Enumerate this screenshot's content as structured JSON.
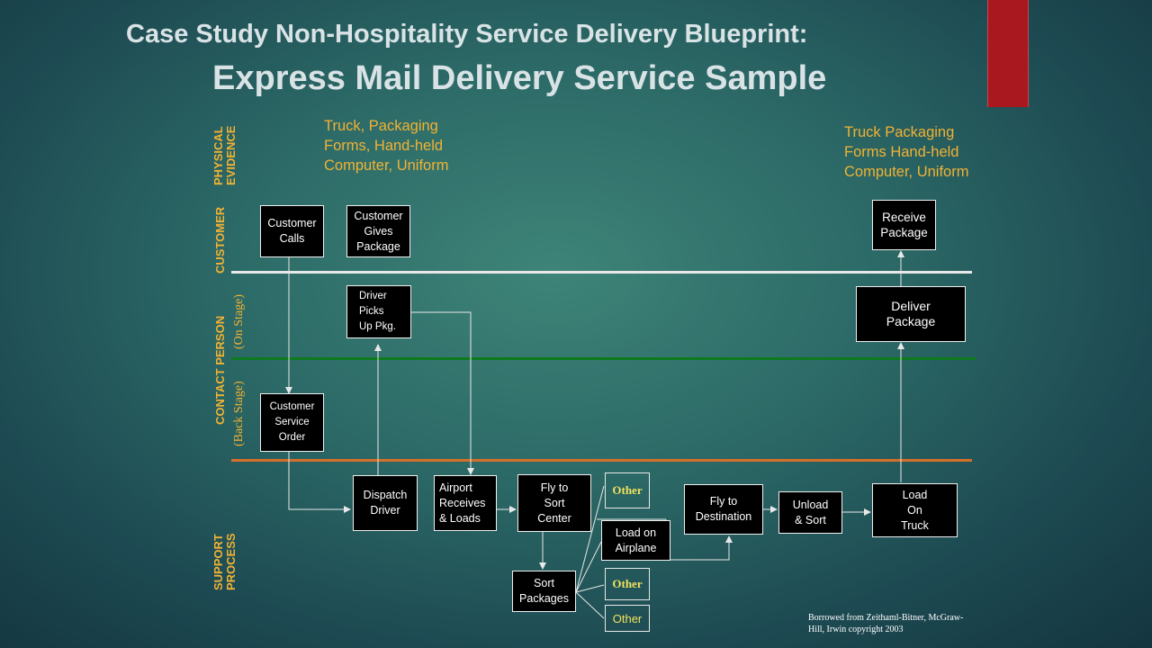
{
  "title_line1": "Case Study Non-Hospitality Service Delivery Blueprint:",
  "title_line2": "Express Mail Delivery Service Sample",
  "row_labels": {
    "physical_evidence": [
      "PHYSICAL",
      "EVIDENCE"
    ],
    "customer": "CUSTOMER",
    "contact_person": "CONTACT PERSON",
    "on_stage": "(On Stage)",
    "back_stage": "(Back Stage)",
    "support_process": [
      "SUPPORT",
      "PROCESS"
    ]
  },
  "evidence_left": [
    "Truck, Packaging",
    "Forms, Hand-held",
    "Computer, Uniform"
  ],
  "evidence_right": [
    "Truck Packaging",
    "Forms Hand-held",
    "Computer, Uniform"
  ],
  "colors": {
    "accent_text": "#f2b233",
    "line_of_interaction": "#e8e8e8",
    "line_of_visibility": "#0e7a1e",
    "line_of_internal_interaction": "#d4702a",
    "red_tab": "#a8181e"
  },
  "boxes": {
    "customer_calls": "Customer\nCalls",
    "customer_gives": "Customer\nGives\nPackage",
    "receive_package": "Receive\nPackage",
    "driver_picks": "Driver\nPicks\nUp Pkg.",
    "deliver_package": "Deliver\nPackage",
    "customer_service_order": "Customer\nService\nOrder",
    "dispatch_driver": "Dispatch\nDriver",
    "airport_receives": "Airport\nReceives\n& Loads",
    "fly_to_sort": "Fly to\nSort\nCenter",
    "sort_packages": "Sort\nPackages",
    "load_on_airplane": "Load on\nAirplane",
    "fly_to_destination": "Fly to\nDestination",
    "unload_sort": "Unload\n& Sort",
    "load_on_truck": "Load\nOn\nTruck"
  },
  "other_boxes": [
    "Other",
    "Other",
    "Other"
  ],
  "credit": [
    "Borrowed from Zeithaml-Bitner,  McGraw-",
    "Hill, Irwin copyright 2003"
  ]
}
